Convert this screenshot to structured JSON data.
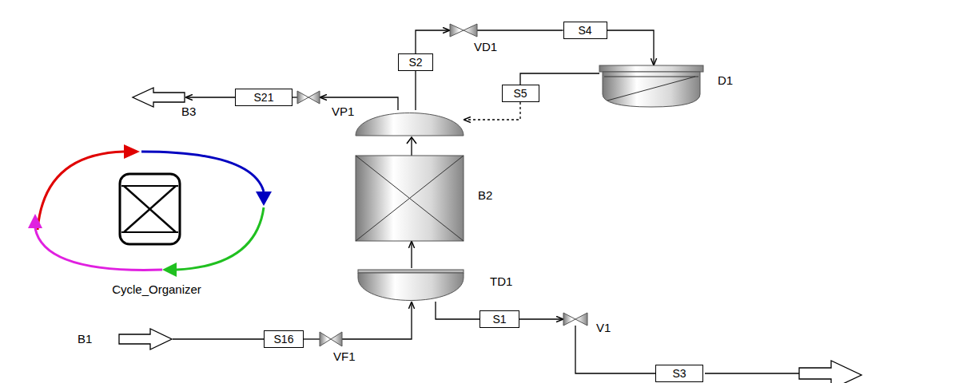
{
  "diagram": {
    "nodes": [
      {
        "text": [
          "S2"
        ]
      },
      {
        "text": [
          "VD1"
        ]
      },
      {
        "text": [
          "S4"
        ]
      },
      {
        "text": [
          "D1"
        ]
      },
      {
        "text": [
          "B3"
        ]
      },
      {
        "text": [
          "S21"
        ]
      },
      {
        "text": [
          "VP1"
        ]
      },
      {
        "text": [
          "S5"
        ]
      },
      {
        "text": [
          "B2"
        ]
      },
      {
        "text": [
          "Cycle_Organizer"
        ]
      },
      {
        "text": [
          "TD1"
        ]
      },
      {
        "text": [
          "B1"
        ]
      },
      {
        "text": [
          "S16"
        ]
      },
      {
        "text": [
          "VF1"
        ]
      },
      {
        "text": [
          "S1"
        ]
      },
      {
        "text": [
          "V1"
        ]
      },
      {
        "text": [
          "S3"
        ]
      }
    ],
    "edges": [
      {
        "from": 11,
        "to": 12,
        "arrow": "none"
      },
      {
        "from": 12,
        "to": 13,
        "arrow": "none"
      },
      {
        "from": 13,
        "to": 10,
        "arrow": "to"
      },
      {
        "from": 10,
        "to": 8,
        "arrow": "to"
      },
      {
        "from": 8,
        "to": 0,
        "arrow": "none"
      },
      {
        "from": 0,
        "to": 1,
        "arrow": "to"
      },
      {
        "from": 1,
        "to": 2,
        "arrow": "none"
      },
      {
        "from": 2,
        "to": 3,
        "arrow": "to"
      },
      {
        "from": 3,
        "to": 7,
        "arrow": "none"
      },
      {
        "from": 7,
        "to": 8,
        "arrow": "to"
      },
      {
        "from": 8,
        "to": 6,
        "arrow": "to"
      },
      {
        "from": 6,
        "to": 5,
        "arrow": "none"
      },
      {
        "from": 5,
        "to": 4,
        "arrow": "to"
      },
      {
        "from": 10,
        "to": 14,
        "arrow": "none"
      },
      {
        "from": 14,
        "to": 15,
        "arrow": "to"
      },
      {
        "from": 15,
        "to": 16,
        "arrow": "none"
      }
    ]
  }
}
